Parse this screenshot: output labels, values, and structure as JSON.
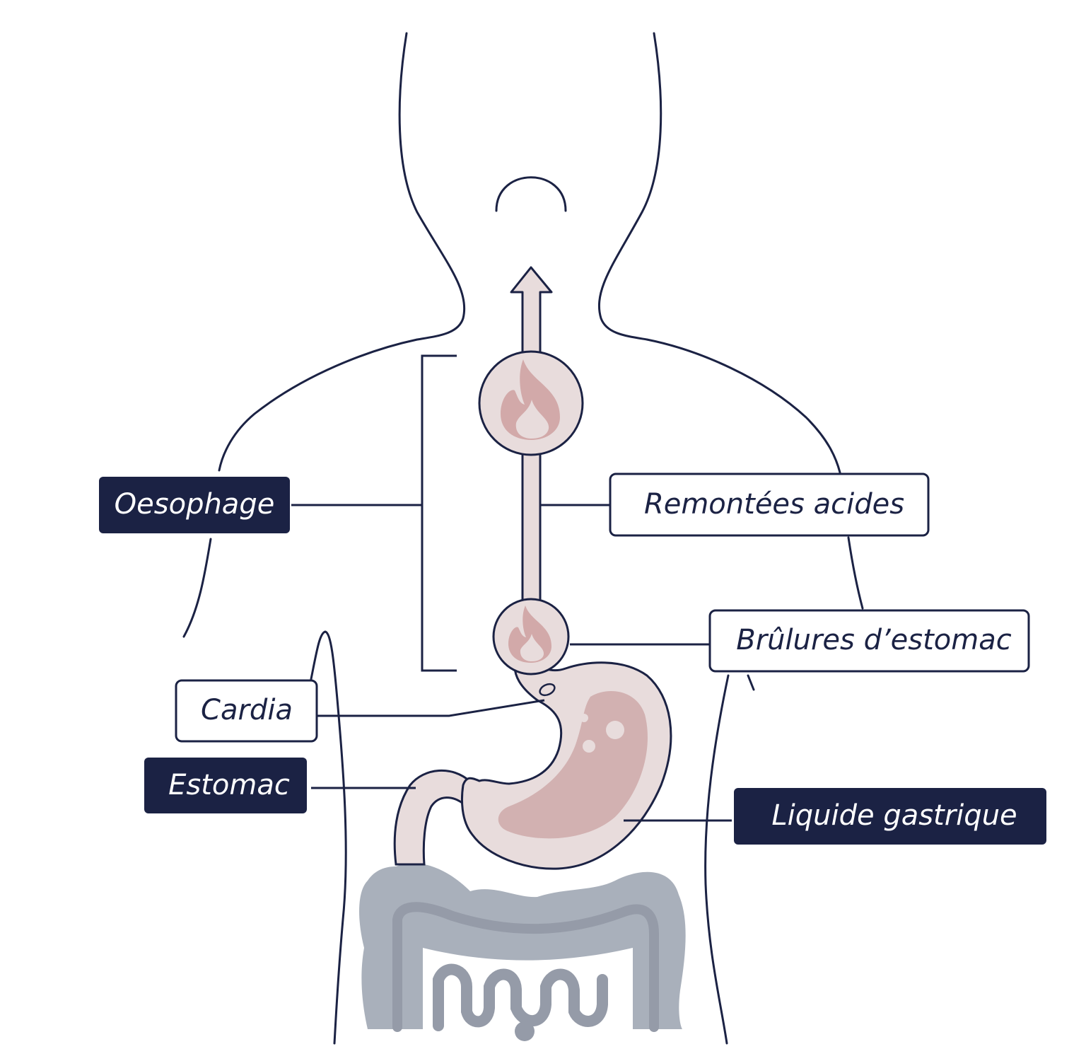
{
  "colors": {
    "navy": "#1b2244",
    "organ_fill": "#e8dcdc",
    "organ_inner": "#d2b1b1",
    "flame": "#d2a9a9",
    "intestine": "#a9b0bb",
    "intestine_dark": "#959ba8",
    "white": "#ffffff"
  },
  "labels": {
    "oesophage": "Oesophage",
    "remontees": "Remontées acides",
    "brulures": "Brûlures d’estomac",
    "cardia": "Cardia",
    "estomac": "Estomac",
    "liquide": "Liquide gastrique"
  },
  "icons": [
    "flame-icon",
    "arrow-up-icon"
  ]
}
